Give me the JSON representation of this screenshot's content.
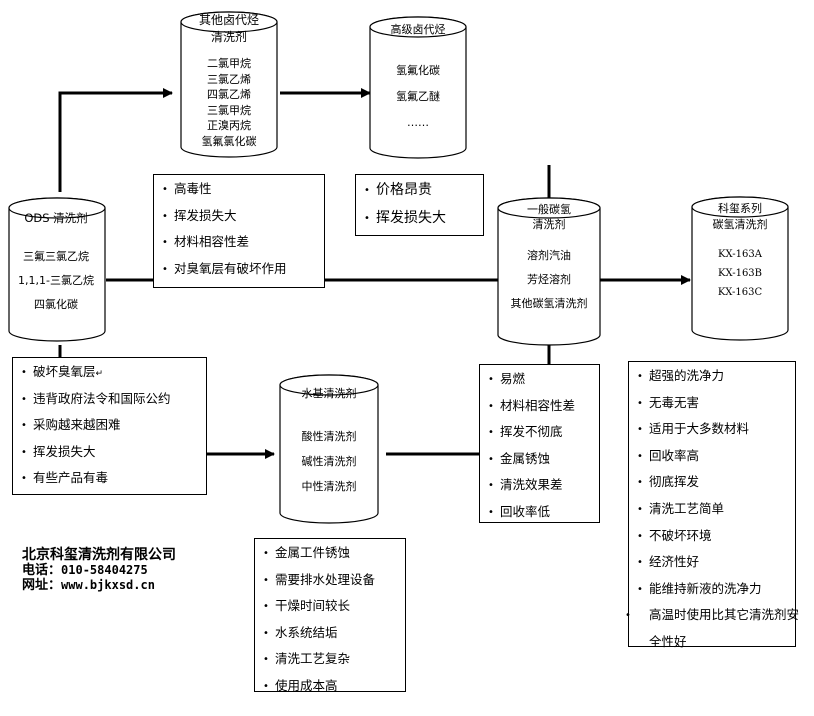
{
  "cylinders": {
    "ods": {
      "title": "ODS 清洗剂",
      "items": [
        "三氟三氯乙烷",
        "1,1,1-三氯乙烷",
        "四氯化碳"
      ]
    },
    "other_halo": {
      "title_lines": [
        "其他卤代烃",
        "清洗剂"
      ],
      "items": [
        "二氯甲烷",
        "三氯乙烯",
        "四氯乙烯",
        "三氯甲烷",
        "正溴丙烷",
        "氢氟氯化碳"
      ]
    },
    "advanced_halo": {
      "title": "高级卤代烃",
      "items": [
        "氢氟化碳",
        "氢氟乙醚",
        "……"
      ]
    },
    "hydrocarbon": {
      "title_lines": [
        "一般碳氢",
        "清洗剂"
      ],
      "items": [
        "溶剂汽油",
        "芳烃溶剂",
        "其他碳氢清洗剂"
      ]
    },
    "kexi": {
      "title_lines": [
        "科玺系列",
        "碳氢清洗剂"
      ],
      "items": [
        "KX-163A",
        "KX-163B",
        "KX-163C"
      ]
    },
    "water": {
      "title": "水基清洗剂",
      "items": [
        "酸性清洗剂",
        "碱性清洗剂",
        "中性清洗剂"
      ]
    }
  },
  "boxes": {
    "halo_cons": [
      "高毒性",
      "挥发损失大",
      "材料相容性差",
      "对臭氧层有破坏作用"
    ],
    "adv_cons": [
      "价格昂贵",
      "挥发损失大"
    ],
    "ods_cons": [
      "破坏臭氧层",
      "违背政府法令和国际公约",
      "采购越来越困难",
      "挥发损失大",
      "有些产品有毒"
    ],
    "water_cons": [
      "金属工件锈蚀",
      "需要排水处理设备",
      "干燥时间较长",
      "水系统结垢",
      "清洗工艺复杂",
      "使用成本高"
    ],
    "hydro_cons": [
      "易燃",
      "材料相容性差",
      "挥发不彻底",
      "金属锈蚀",
      "清洗效果差",
      "回收率低"
    ],
    "kexi_pros": [
      "超强的洗净力",
      "无毒无害",
      "适用于大多数材料",
      "回收率高",
      "彻底挥发",
      "清洗工艺简单",
      "不破坏环境",
      "经济性好",
      "能维持新液的洗净力",
      "高温时使用比其它清洗剂安全性好"
    ]
  },
  "ods_cons_extra_mark": "↵",
  "company": {
    "name": "北京科玺清洗剂有限公司",
    "phone_label": "电话：",
    "phone": "010-58404275",
    "web_label": "网址：",
    "web": "www.bjkxsd.cn"
  }
}
